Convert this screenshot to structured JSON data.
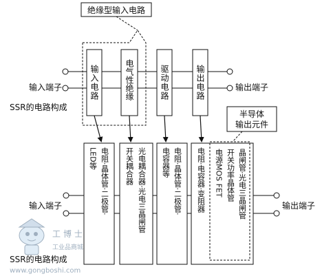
{
  "colors": {
    "line": "#111111",
    "block_fill": "#ffffff",
    "watermark": "#8fa2b4"
  },
  "top": {
    "title": "绝缘型输入电路",
    "input_label": "输入端子",
    "output_label": "输出端子",
    "caption": "SSR的电路构成",
    "blocks": [
      {
        "label": "输入电路"
      },
      {
        "label": "电气性绝缘"
      },
      {
        "label": "驱动电路"
      },
      {
        "label": "输出电路"
      }
    ]
  },
  "bottom": {
    "callout": [
      "半导体",
      "输出元件"
    ],
    "input_label": "输入端子",
    "output_label": "输出端子",
    "caption": "SSR的电路构成",
    "blocks": [
      {
        "columns": [
          "电阻·晶体管·二极管·",
          "LED等"
        ]
      },
      {
        "columns": [
          "光电耦合器·光电三晶闸管",
          "开关耦合器"
        ]
      },
      {
        "columns": [
          "电阻·晶体管·二极管·",
          "电容器等"
        ]
      },
      {
        "columns": [
          "电阻·电容器·变阻器",
          ""
        ]
      },
      {
        "columns": [
          "晶闸管·光电三晶闸管",
          "开关功率晶体管",
          "电源MOS FET"
        ]
      }
    ]
  },
  "watermark": {
    "logo_icon": "robot-mascot-icon",
    "brand": "工博士",
    "sub": "工业品商城",
    "url": "www.gongboshi.com"
  }
}
